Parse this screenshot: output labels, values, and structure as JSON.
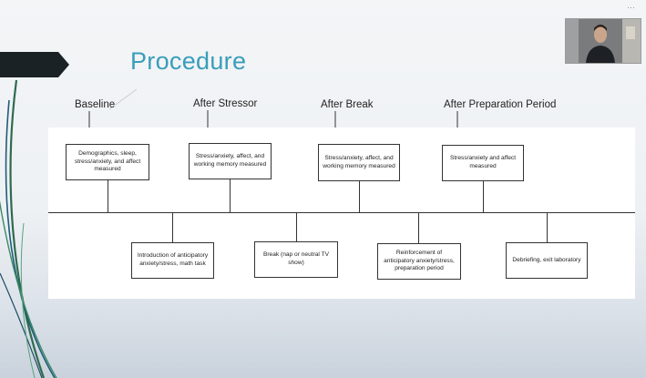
{
  "slide": {
    "title": "Procedure"
  },
  "phases": [
    {
      "label": "Baseline"
    },
    {
      "label": "After Stressor"
    },
    {
      "label": "After Break"
    },
    {
      "label": "After Preparation Period"
    }
  ],
  "top_boxes": [
    {
      "text": "Demographics, sleep, stress/anxiety, and affect measured"
    },
    {
      "text": "Stress/anxiety, affect, and working memory measured"
    },
    {
      "text": "Stress/anxiety, affect, and working memory measured"
    },
    {
      "text": "Stress/anxiety and affect measured"
    }
  ],
  "bottom_boxes": [
    {
      "text": "Introduction of anticipatory anxiety/stress, math task"
    },
    {
      "text": "Break (nap or neutral TV show)"
    },
    {
      "text": "Reinforcement of anticipatory anxiety/stress, preparation period"
    },
    {
      "text": "Debriefing, exit laboratory"
    }
  ],
  "video": {
    "menu_glyph": "···"
  },
  "colors": {
    "title": "#3a9dbb",
    "accent_dark": "#1b2a33",
    "stroke_green": "#2f6b4f",
    "stroke_blue": "#1f5b7a"
  }
}
